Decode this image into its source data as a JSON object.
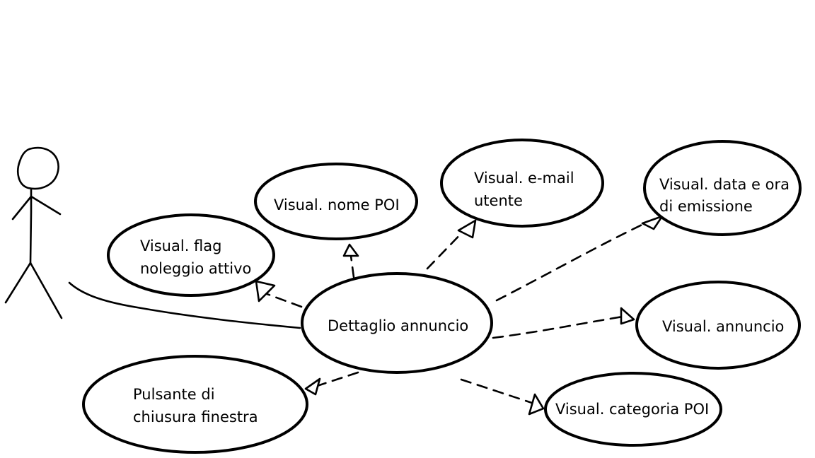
{
  "diagram": {
    "actor": {
      "name": ""
    },
    "main_use_case": {
      "label": "Dettaglio annuncio"
    },
    "use_cases": {
      "flag": [
        "Visual. flag",
        "noleggio attivo"
      ],
      "nome_poi": [
        "Visual. nome POI"
      ],
      "email": [
        "Visual. e-mail",
        "utente"
      ],
      "data_ora": [
        "Visual. data e ora",
        "di emissione"
      ],
      "annuncio": [
        "Visual. annuncio"
      ],
      "categoria": [
        "Visual. categoria POI"
      ],
      "chiusura": [
        "Pulsante di",
        "chiusura finestra"
      ]
    },
    "colors": {
      "stroke": "#000000",
      "fill": "#ffffff",
      "background": "#ffffff"
    }
  }
}
